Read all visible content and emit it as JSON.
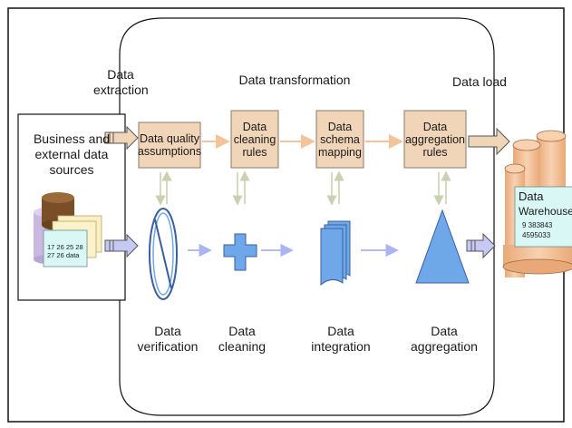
{
  "stages": {
    "extraction": "Data\nextraction",
    "transformation": "Data transformation",
    "load": "Data load"
  },
  "source": {
    "label": "Business and\nexternal data\nsources",
    "card_text": "17 26 25 28\n27 26 data"
  },
  "rules": [
    "Data quality\nassumptions",
    "Data\ncleaning\nrules",
    "Data\nschema\nmapping",
    "Data\naggregation\nrules"
  ],
  "processes": [
    "Data\nverification",
    "Data\ncleaning",
    "Data\nintegration",
    "Data\naggregation"
  ],
  "warehouse": {
    "line1": "Data",
    "line2": "Warehouse",
    "line3": "9 383843",
    "line4": "4595033"
  },
  "colors": {
    "rule_box": "#f1d5b8",
    "rule_border": "#8a7a6a",
    "process_fill": "#6fa8e8",
    "process_stroke": "#3a5fa0",
    "cylinder": "#f4c39a",
    "orange_arrow": "#f4c39a",
    "blue_arrow": "#aab4f2",
    "vertical_arrow": "#c9d2b0",
    "card": "#d9f7f5"
  }
}
